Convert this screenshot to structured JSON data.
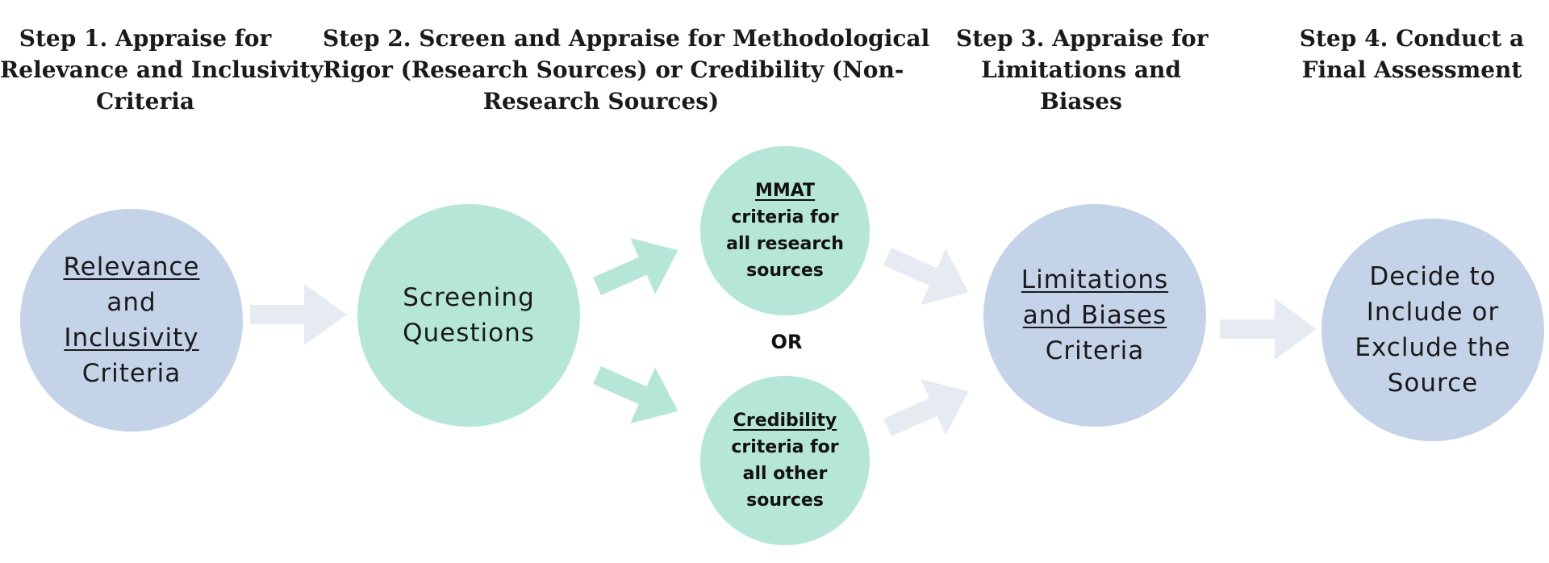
{
  "headings": {
    "step1": [
      "Step 1. Appraise for",
      "Relevance and Inclusivity",
      "Criteria"
    ],
    "step2": [
      "Step 2. Screen and Appraise for Methodological",
      "Rigor (Research Sources) or Credibility (Non-",
      "Research Sources)"
    ],
    "step3": [
      "Step 3. Appraise for",
      "Limitations and",
      "Biases"
    ],
    "step4": [
      "Step 4. Conduct a",
      "Final Assessment"
    ]
  },
  "nodes": {
    "relevance": {
      "line1": "Relevance",
      "line2": "and",
      "line3": "Inclusivity",
      "line4": "Criteria"
    },
    "screening": {
      "line1": "Screening",
      "line2": "Questions"
    },
    "mmat": {
      "line1": "MMAT",
      "line2": "criteria for",
      "line3": "all research",
      "line4": "sources"
    },
    "or_label": "OR",
    "credibility": {
      "line1": "Credibility",
      "line2": "criteria for",
      "line3": "all other",
      "line4": "sources"
    },
    "limitations": {
      "line1": "Limitations",
      "line2": "and Biases",
      "line3": "Criteria"
    },
    "decide": {
      "line1": "Decide to",
      "line2": "Include or",
      "line3": "Exclude the",
      "line4": "Source"
    }
  },
  "colors": {
    "blue_node": "#c5d3e9",
    "green_node": "#b5e6d7",
    "gray_arrow": "#e6ebf2",
    "green_arrow": "#b5e6d7"
  }
}
